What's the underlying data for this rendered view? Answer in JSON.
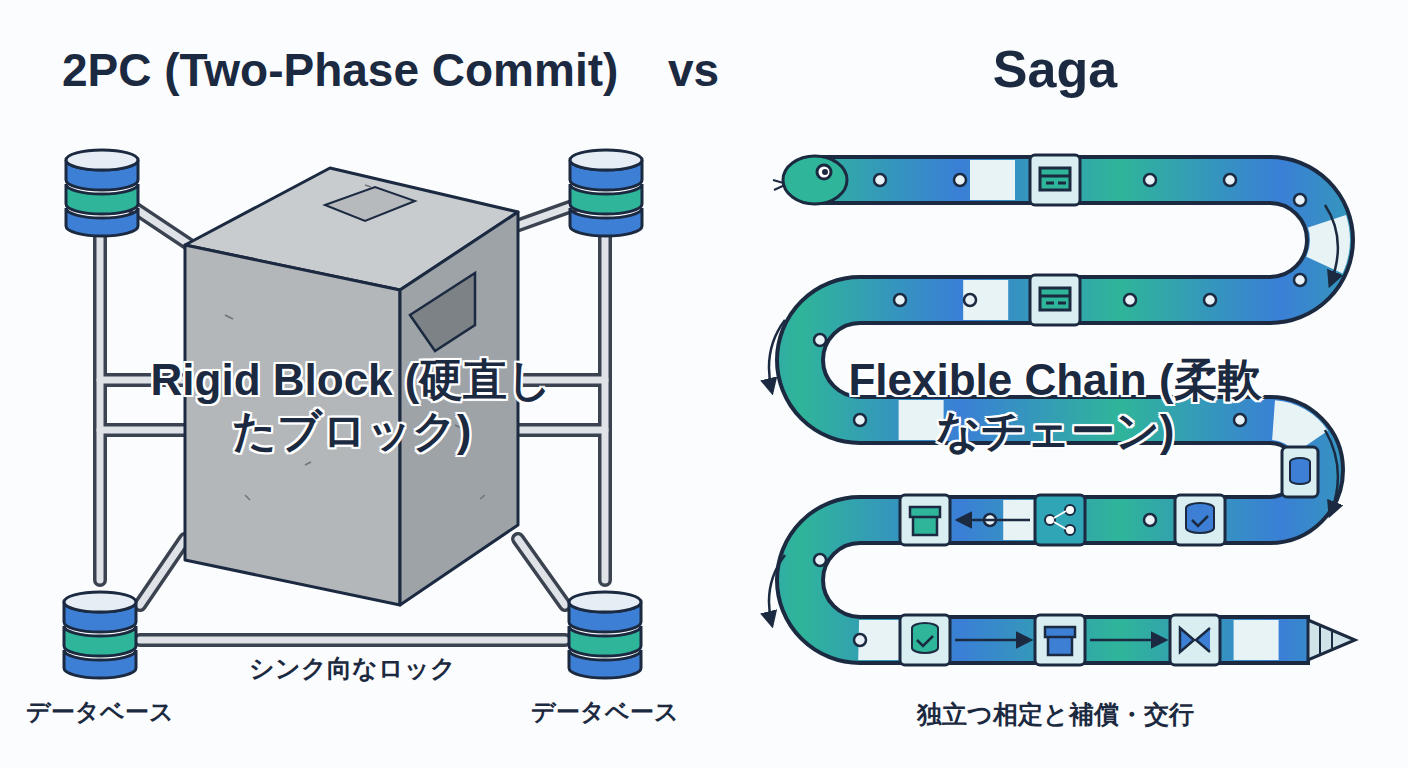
{
  "diagram": {
    "nodes": [
      {
        "text": [
          "Rigid Block (硬直したブロック)"
        ]
      },
      {
        "text": [
          "データベース"
        ]
      },
      {
        "text": [
          "データベース"
        ]
      }
    ],
    "edges": [
      {
        "from": 0,
        "to": 1,
        "arrow": "none"
      },
      {
        "from": 0,
        "to": 2,
        "arrow": "none"
      },
      {
        "from": 1,
        "to": 2,
        "arrow": "none",
        "label": "シンク向なロック"
      }
    ],
    "labels": [
      "2PC (Two-Phase Commit)",
      "vs",
      "Saga",
      "Flexible Chain (柔軟なチェーン)",
      "独立つ相定と補償・交行"
    ]
  }
}
